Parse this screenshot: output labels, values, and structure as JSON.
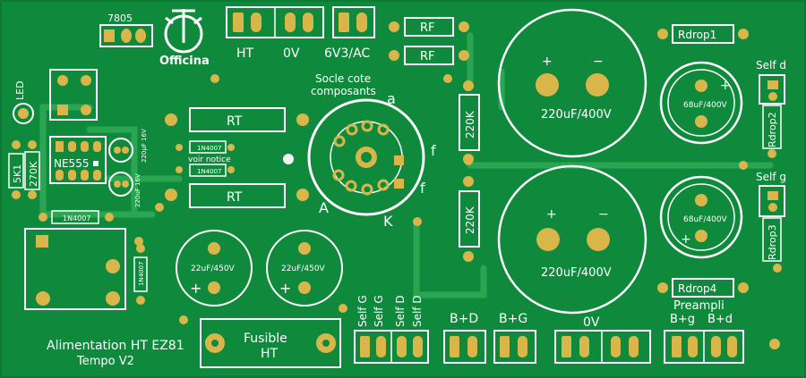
{
  "colors": {
    "board": "#0f8a3c",
    "trace": "#2aa653",
    "pad": "#d9b64a",
    "silk": "#ffffff",
    "hole": "#f2f2f2"
  },
  "labels": {
    "reg": "7805",
    "logo": "Officina",
    "ht": "HT",
    "ov_top": "0V",
    "ac": "6V3/AC",
    "rf1": "RF",
    "rf2": "RF",
    "rdrop1": "Rdrop1",
    "self_d": "Self d",
    "self_g": "Self g",
    "rdrop2": "Rdrop2",
    "rdrop3": "Rdrop3",
    "rdrop4": "Rdrop4",
    "preampli": "Preampli",
    "bg": "B+g",
    "bd": "B+d",
    "led": "LED",
    "r5k1": "5K1",
    "r270k": "270K",
    "ne555": "NE555",
    "cap_small": "220uF 16V",
    "cap_small2": "220µF 16V",
    "rt1": "RT",
    "rt2": "RT",
    "d1": "1N4007",
    "d2": "1N4007",
    "d3": "1N4007",
    "d4": "1N4007",
    "voir_notice": "voir notice",
    "socle1": "Socle cote",
    "socle2": "composants",
    "pin_a": "a",
    "pin_f1": "f",
    "pin_f2": "f",
    "pin_A": "A",
    "pin_K": "K",
    "r220k1": "220K",
    "r220k2": "220K",
    "c220a": "220uF/400V",
    "c220b": "220uF/400V",
    "c68a": "68uF/400V",
    "c68b": "68uF/400V",
    "c22a": "22uF/450V",
    "c22b": "22uF/450V",
    "self_G1": "Self G",
    "self_G2": "Self G",
    "self_D1": "Self D",
    "self_D2": "Self D",
    "bpd": "B+D",
    "bpg": "B+G",
    "ov_bottom": "0V",
    "fusible1": "Fusible",
    "fusible2": "HT",
    "title1": "Alimentation HT EZ81",
    "title2": "Tempo V2",
    "plus": "+",
    "minus": "−"
  }
}
